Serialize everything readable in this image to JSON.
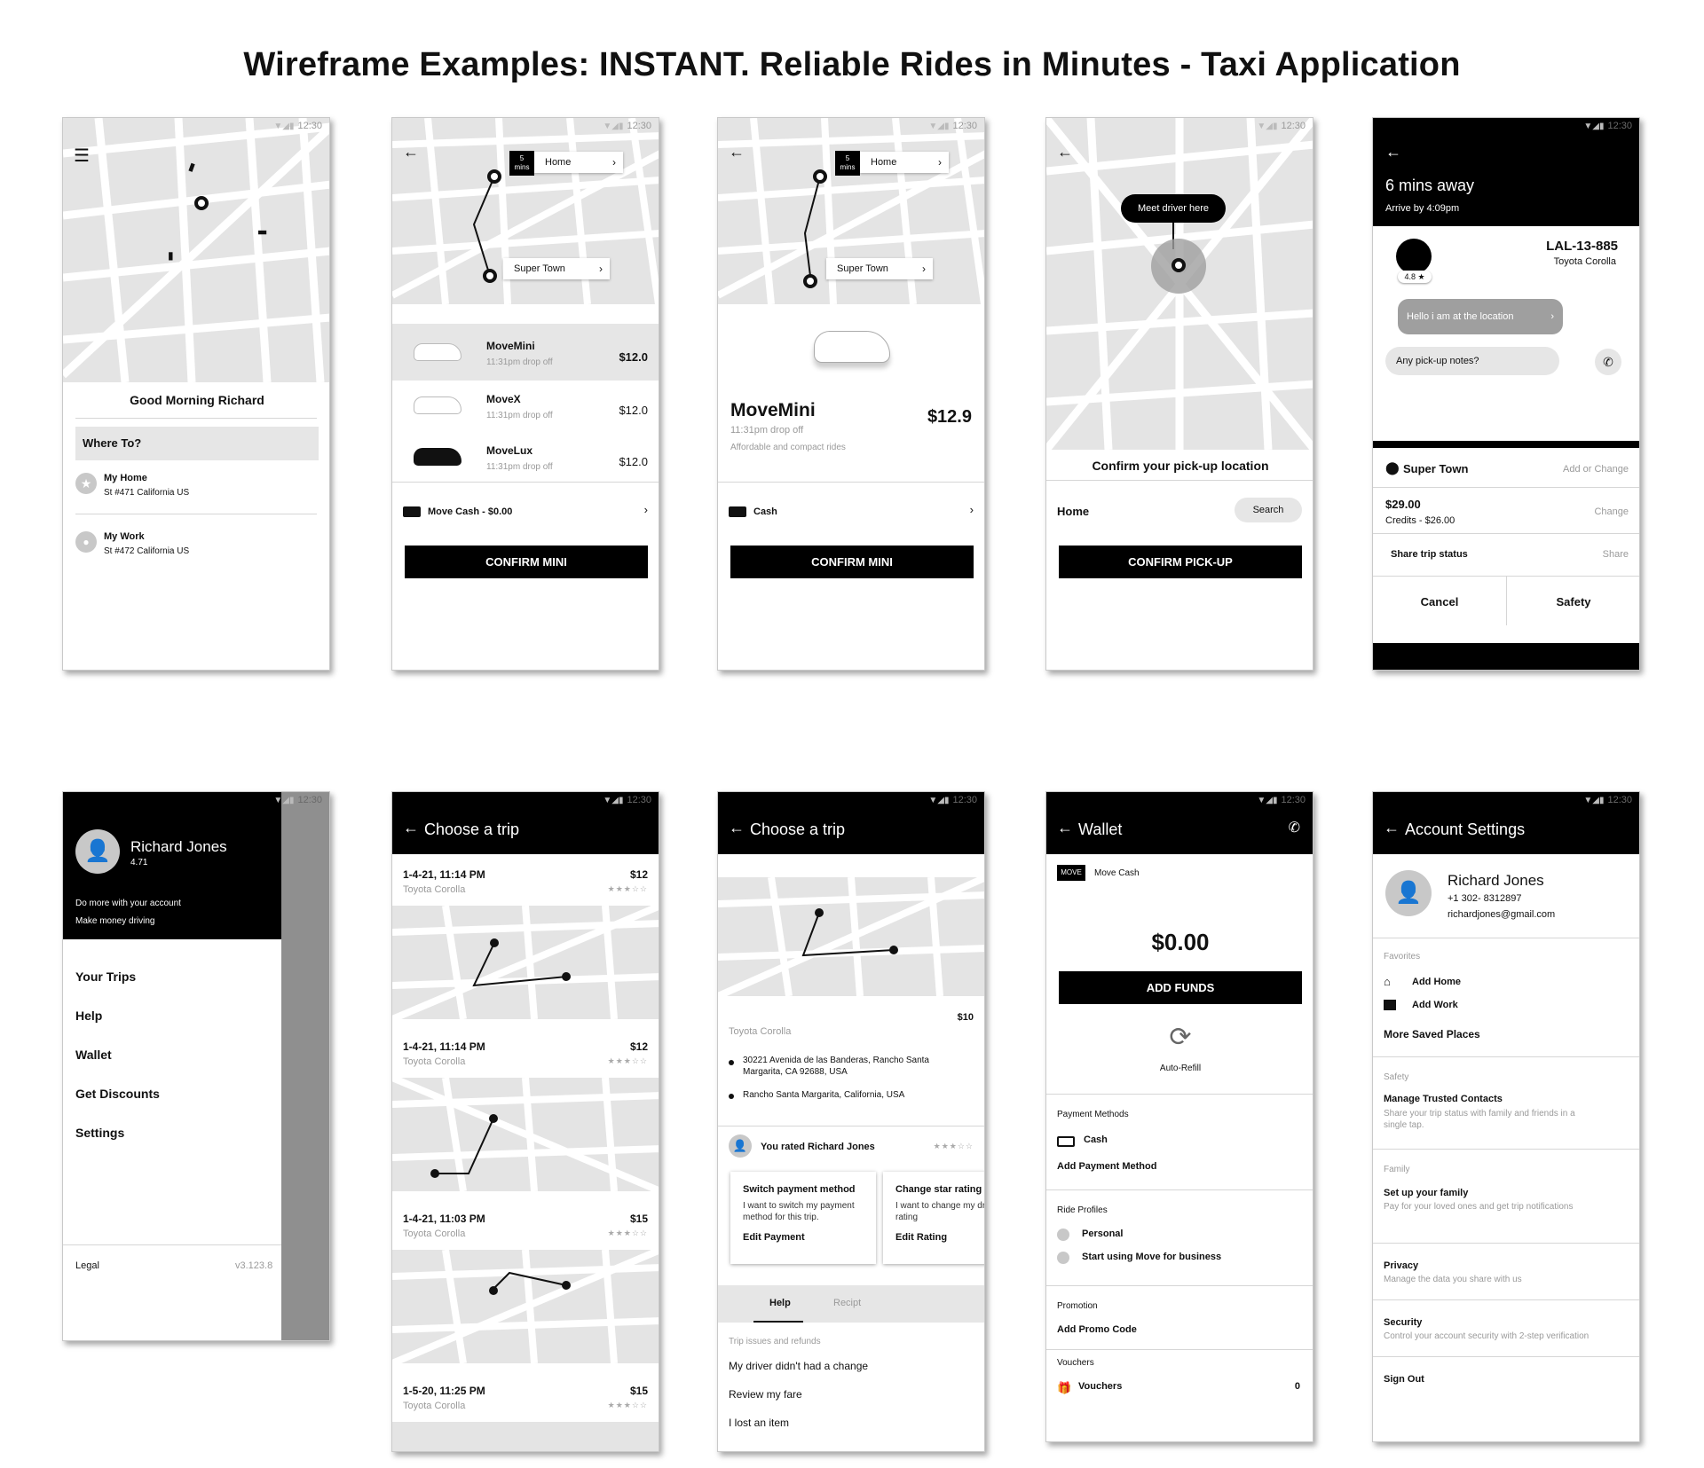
{
  "page_title": "Wireframe Examples: INSTANT. Reliable Rides in Minutes - Taxi Application",
  "status_time": "12:30",
  "s1": {
    "greeting": "Good Morning Richard",
    "where_to": "Where To?",
    "home_label": "My Home",
    "home_addr": "St #471 California US",
    "work_label": "My Work",
    "work_addr": "St #472 California US"
  },
  "s2": {
    "eta_num": "5",
    "eta_unit": "mins",
    "dest": "Home",
    "origin": "Super Town",
    "rides": [
      {
        "name": "MoveMini",
        "drop": "11:31pm drop off",
        "price": "$12.0"
      },
      {
        "name": "MoveX",
        "drop": "11:31pm drop off",
        "price": "$12.0"
      },
      {
        "name": "MoveLux",
        "drop": "11:31pm drop off",
        "price": "$12.0"
      }
    ],
    "payment": "Move Cash - $0.00",
    "confirm": "CONFIRM MINI"
  },
  "s3": {
    "eta_num": "5",
    "eta_unit": "mins",
    "dest": "Home",
    "origin": "Super Town",
    "ride_name": "MoveMini",
    "price": "$12.9",
    "drop": "11:31pm drop off",
    "desc": "Affordable and compact rides",
    "payment": "Cash",
    "confirm": "CONFIRM MINI"
  },
  "s4": {
    "bubble": "Meet driver here",
    "confirm_text": "Confirm your pick-up location",
    "place": "Home",
    "search": "Search",
    "confirm": "CONFIRM PICK-UP"
  },
  "s5": {
    "mins_away": "6 mins away",
    "arrive": "Arrive by 4:09pm",
    "plate": "LAL-13-885",
    "car": "Toyota Corolla",
    "rating": "4.8 ★",
    "driver_msg": "Hello i am at the location",
    "notes": "Any pick-up notes?",
    "dest": "Super Town",
    "add_change": "Add or Change",
    "price": "$29.00",
    "credits": "Credits - $26.00",
    "change": "Change",
    "share_status": "Share trip status",
    "share": "Share",
    "cancel": "Cancel",
    "safety": "Safety"
  },
  "s6": {
    "name": "Richard Jones",
    "rating": "4.71",
    "promo1": "Do more with your account",
    "promo2": "Make money driving",
    "menu": [
      "Your Trips",
      "Help",
      "Wallet",
      "Get Discounts",
      "Settings"
    ],
    "legal": "Legal",
    "version": "v3.123.8"
  },
  "s7": {
    "title": "Choose a trip",
    "trips": [
      {
        "date": "1-4-21, 11:14 PM",
        "price": "$12",
        "car": "Toyota Corolla",
        "stars": "★★★☆☆"
      },
      {
        "date": "1-4-21, 11:14 PM",
        "price": "$12",
        "car": "Toyota Corolla",
        "stars": "★★★☆☆"
      },
      {
        "date": "1-4-21, 11:03 PM",
        "price": "$15",
        "car": "Toyota Corolla",
        "stars": "★★★☆☆"
      },
      {
        "date": "1-5-20, 11:25 PM",
        "price": "$15",
        "car": "Toyota Corolla",
        "stars": "★★★☆☆"
      }
    ]
  },
  "s8": {
    "title": "Choose a trip",
    "price": "$10",
    "car": "Toyota Corolla",
    "addr1": "30221 Avenida de las Banderas, Rancho Santa Margarita, CA 92688, USA",
    "addr2": "Rancho Santa Margarita, California, USA",
    "rated": "You rated Richard Jones",
    "rated_stars": "★★★☆☆",
    "card1_title": "Switch payment method",
    "card1_text": "I want to switch my payment method for this trip.",
    "card1_link": "Edit Payment",
    "card2_title": "Change star rating",
    "card2_text": "I want to change my driver rating",
    "card2_link": "Edit Rating",
    "tab_help": "Help",
    "tab_receipt": "Recipt",
    "section": "Trip issues and refunds",
    "issues": [
      "My driver didn't had a change",
      "Review my fare",
      "I lost an item"
    ]
  },
  "s9": {
    "title": "Wallet",
    "brand": "MOVE",
    "move_cash": "Move Cash",
    "balance": "$0.00",
    "add_funds": "ADD FUNDS",
    "auto_refill": "Auto-Refill",
    "pm_label": "Payment Methods",
    "cash": "Cash",
    "add_pm": "Add Payment Method",
    "rp_label": "Ride Profiles",
    "personal": "Personal",
    "business": "Start using Move for business",
    "promo_label": "Promotion",
    "add_promo": "Add Promo Code",
    "vouchers_label": "Vouchers",
    "vouchers": "Vouchers",
    "voucher_count": "0"
  },
  "s10": {
    "title": "Account Settings",
    "name": "Richard Jones",
    "phone": "+1 302- 8312897",
    "email": "richardjones@gmail.com",
    "fav_label": "Favorites",
    "add_home": "Add Home",
    "add_work": "Add Work",
    "more_places": "More Saved Places",
    "safety_label": "Safety",
    "trusted": "Manage Trusted Contacts",
    "trusted_desc": "Share your trip status with family and friends in a single tap.",
    "family_label": "Family",
    "family": "Set up your family",
    "family_desc": "Pay for your loved ones and get trip notifications",
    "privacy": "Privacy",
    "privacy_desc": "Manage the data you share with us",
    "security": "Security",
    "security_desc": "Control your account security with 2-step verification",
    "signout": "Sign Out"
  }
}
